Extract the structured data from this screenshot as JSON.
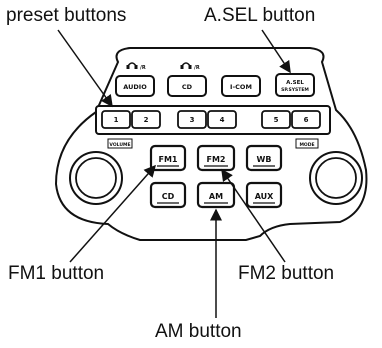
{
  "callouts": {
    "preset": "preset buttons",
    "asel": "A.SEL button",
    "fm1": "FM1 button",
    "fm2": "FM2 button",
    "am": "AM button"
  },
  "panel": {
    "headphone_labels": [
      "℧/ᴿ",
      "℧/ᴿ"
    ],
    "top_row": [
      "AUDIO",
      "CD",
      "I-COM",
      "A.SEL",
      "SP.SYSTEM"
    ],
    "presets": [
      "1",
      "2",
      "3",
      "4",
      "5",
      "6"
    ],
    "volume_label": "VOLUME",
    "mode_label": "MODE",
    "source_row1": [
      "FM1",
      "FM2",
      "WB"
    ],
    "source_row2": [
      "CD",
      "AM",
      "AUX"
    ]
  },
  "colors": {
    "line": "#111111",
    "panel": "#ffffff",
    "button_shadow": "#888888"
  }
}
